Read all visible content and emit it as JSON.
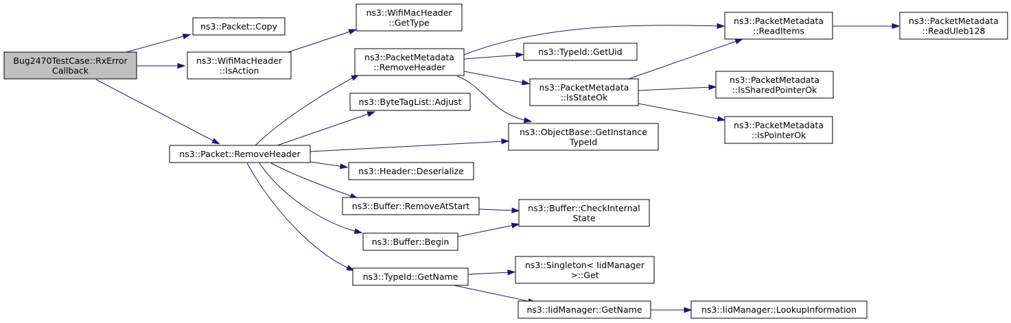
{
  "graph": {
    "colors": {
      "edge": "#191970",
      "root_fill": "#bfbfbf",
      "node_fill": "#ffffff",
      "node_stroke": "#000000"
    },
    "nodes": {
      "rx_error_callback": [
        "Bug2470TestCase::RxError",
        "Callback"
      ],
      "packet_copy": [
        "ns3::Packet::Copy"
      ],
      "wifi_is_action": [
        "ns3::WifiMacHeader",
        "::IsAction"
      ],
      "packet_remove_header": [
        "ns3::Packet::RemoveHeader"
      ],
      "wifi_get_type": [
        "ns3::WifiMacHeader",
        "::GetType"
      ],
      "pm_remove_header": [
        "ns3::PacketMetadata",
        "::RemoveHeader"
      ],
      "bytetaglist_adjust": [
        "ns3::ByteTagList::Adjust"
      ],
      "header_deserialize": [
        "ns3::Header::Deserialize"
      ],
      "buffer_remove_at_start": [
        "ns3::Buffer::RemoveAtStart"
      ],
      "buffer_begin": [
        "ns3::Buffer::Begin"
      ],
      "typeid_get_name": [
        "ns3::TypeId::GetName"
      ],
      "typeid_get_uid": [
        "ns3::TypeId::GetUid"
      ],
      "pm_is_state_ok": [
        "ns3::PacketMetadata",
        "::IsStateOk"
      ],
      "objectbase_get_instance_typeid": [
        "ns3::ObjectBase::GetInstance",
        "TypeId"
      ],
      "buffer_check_internal_state": [
        "ns3::Buffer::CheckInternal",
        "State"
      ],
      "singleton_get": [
        "ns3::Singleton< IidManager",
        ">::Get"
      ],
      "iidmanager_get_name": [
        "ns3::IidManager::GetName"
      ],
      "pm_read_items": [
        "ns3::PacketMetadata",
        "::ReadItems"
      ],
      "pm_is_shared_pointer_ok": [
        "ns3::PacketMetadata",
        "::IsSharedPointerOk"
      ],
      "pm_is_pointer_ok": [
        "ns3::PacketMetadata",
        "::IsPointerOk"
      ],
      "pm_read_uleb128": [
        "ns3::PacketMetadata",
        "::ReadUleb128"
      ],
      "iidmanager_lookup_information": [
        "ns3::IidManager::LookupInformation"
      ]
    },
    "edges": [
      [
        "rx_error_callback",
        "packet_copy"
      ],
      [
        "rx_error_callback",
        "wifi_is_action"
      ],
      [
        "rx_error_callback",
        "packet_remove_header"
      ],
      [
        "wifi_is_action",
        "wifi_get_type"
      ],
      [
        "packet_remove_header",
        "pm_remove_header"
      ],
      [
        "packet_remove_header",
        "bytetaglist_adjust"
      ],
      [
        "packet_remove_header",
        "objectbase_get_instance_typeid"
      ],
      [
        "packet_remove_header",
        "header_deserialize"
      ],
      [
        "packet_remove_header",
        "buffer_remove_at_start"
      ],
      [
        "packet_remove_header",
        "buffer_begin"
      ],
      [
        "packet_remove_header",
        "typeid_get_name"
      ],
      [
        "pm_remove_header",
        "pm_read_items"
      ],
      [
        "pm_remove_header",
        "typeid_get_uid"
      ],
      [
        "pm_remove_header",
        "pm_is_state_ok"
      ],
      [
        "pm_remove_header",
        "objectbase_get_instance_typeid"
      ],
      [
        "pm_is_state_ok",
        "pm_read_items"
      ],
      [
        "pm_is_state_ok",
        "pm_is_shared_pointer_ok"
      ],
      [
        "pm_is_state_ok",
        "pm_is_pointer_ok"
      ],
      [
        "pm_read_items",
        "pm_read_uleb128"
      ],
      [
        "buffer_remove_at_start",
        "buffer_check_internal_state"
      ],
      [
        "buffer_begin",
        "buffer_check_internal_state"
      ],
      [
        "typeid_get_name",
        "singleton_get"
      ],
      [
        "typeid_get_name",
        "iidmanager_get_name"
      ],
      [
        "iidmanager_get_name",
        "iidmanager_lookup_information"
      ]
    ]
  }
}
